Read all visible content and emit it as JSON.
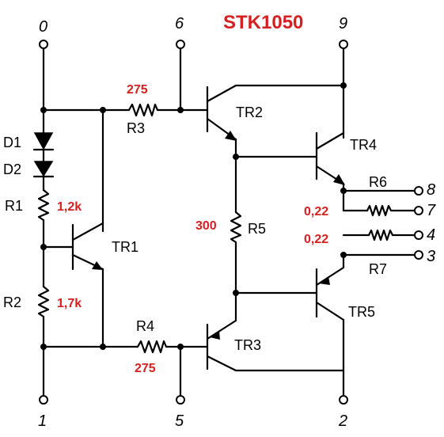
{
  "title": "STK1050",
  "pins": {
    "p0": "0",
    "p1": "1",
    "p2": "2",
    "p3": "3",
    "p4": "4",
    "p5": "5",
    "p6": "6",
    "p7": "7",
    "p8": "8",
    "p9": "9"
  },
  "components": {
    "d1": "D1",
    "d2": "D2",
    "r1": "R1",
    "r1_value": "1,2k",
    "r2": "R2",
    "r2_value": "1,7k",
    "r3": "R3",
    "r3_value": "275",
    "r4": "R4",
    "r4_value": "275",
    "r5": "R5",
    "r5_value": "300",
    "r6": "R6",
    "r6_value": "0,22",
    "r7": "R7",
    "r7_value": "0,22",
    "tr1": "TR1",
    "tr2": "TR2",
    "tr3": "TR3",
    "tr4": "TR4",
    "tr5": "TR5"
  }
}
